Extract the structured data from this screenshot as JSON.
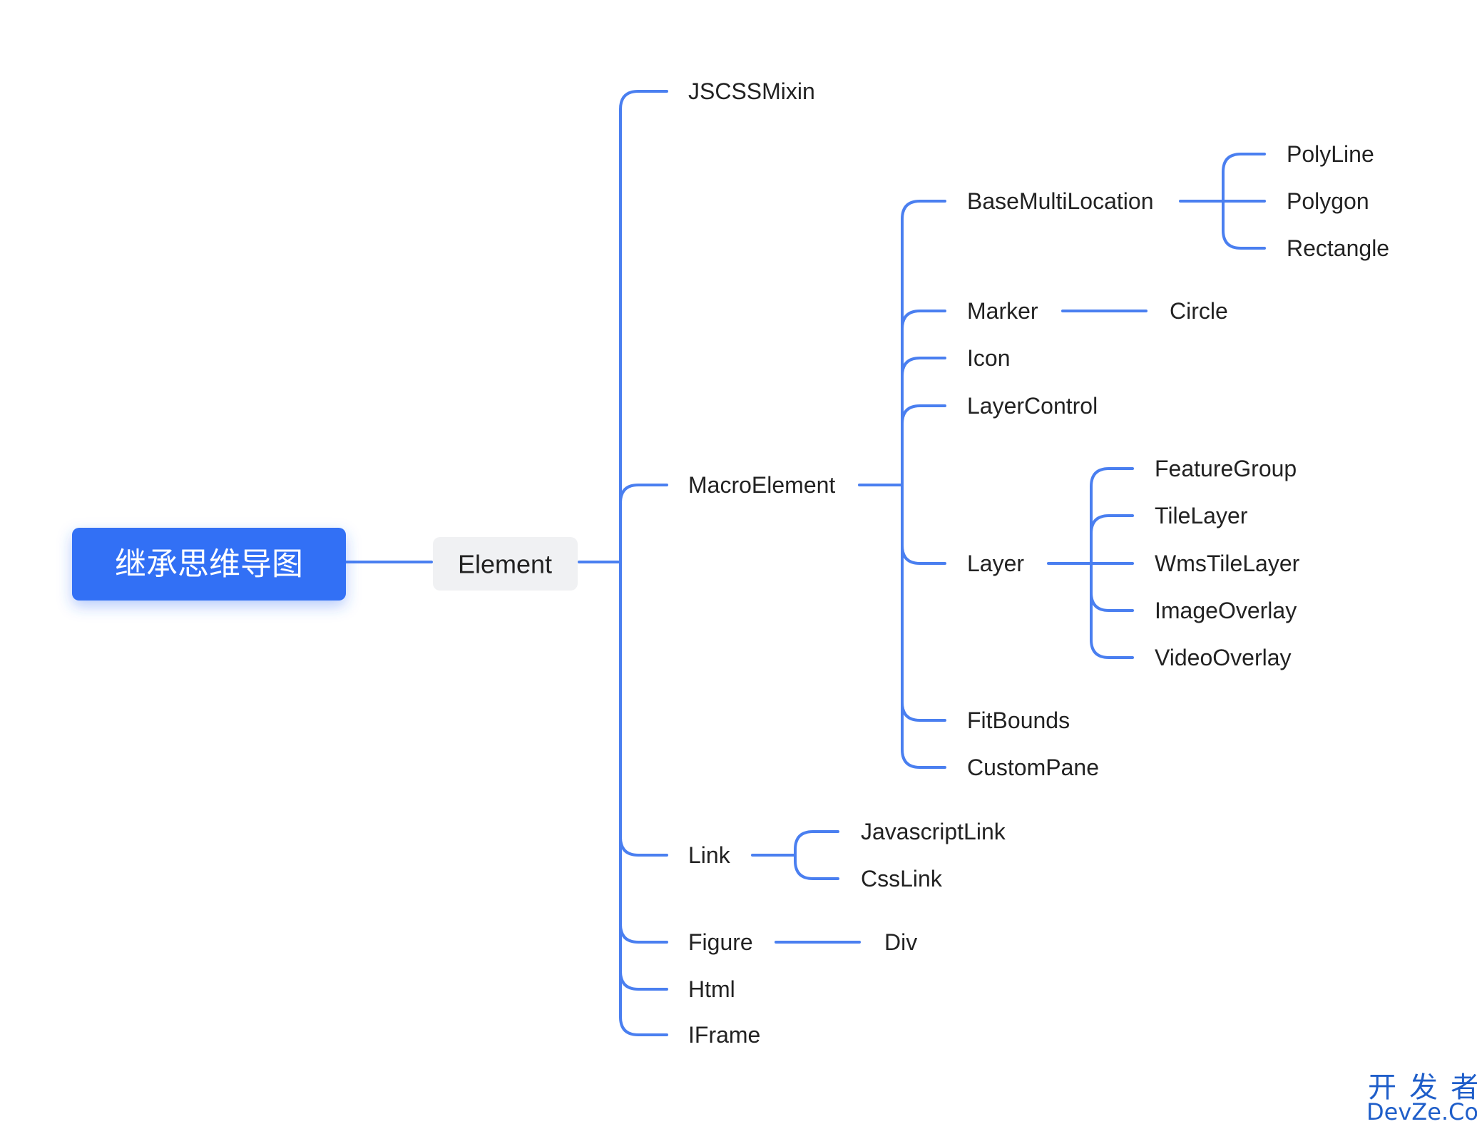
{
  "diagram": {
    "root": "继承思维导图",
    "element": "Element",
    "children": {
      "jscssmixin": "JSCSSMixin",
      "macroelement": "MacroElement",
      "link": "Link",
      "figure": "Figure",
      "html": "Html",
      "iframe": "IFrame"
    },
    "macro_children": {
      "basemultilocation": "BaseMultiLocation",
      "marker": "Marker",
      "icon": "Icon",
      "layercontrol": "LayerControl",
      "layer": "Layer",
      "fitbounds": "FitBounds",
      "custompane": "CustomPane"
    },
    "basemulti_children": {
      "polyline": "PolyLine",
      "polygon": "Polygon",
      "rectangle": "Rectangle"
    },
    "marker_children": {
      "circle": "Circle"
    },
    "layer_children": {
      "featuregroup": "FeatureGroup",
      "tilelayer": "TileLayer",
      "wmstilelayer": "WmsTileLayer",
      "imageoverlay": "ImageOverlay",
      "videooverlay": "VideoOverlay"
    },
    "link_children": {
      "javascriptlink": "JavascriptLink",
      "csslink": "CssLink"
    },
    "figure_children": {
      "div": "Div"
    }
  },
  "watermark": {
    "cn": "开发者",
    "en": "DevZe.CoM"
  },
  "colors": {
    "edge": "#4a7ff0",
    "root_fill": "#3370f5",
    "element_fill": "#f0f1f3"
  }
}
